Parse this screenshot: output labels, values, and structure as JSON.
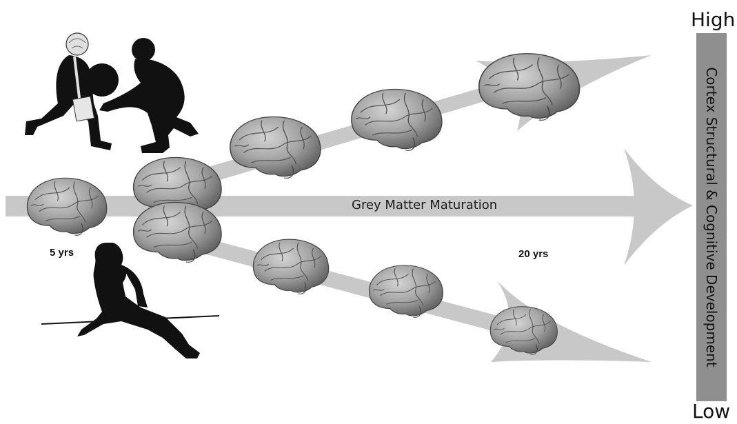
{
  "labels": {
    "age_start": "5 yrs",
    "age_end": "20 yrs",
    "center_path": "Grey Matter Maturation",
    "scale_high": "High",
    "scale_low": "Low",
    "scale_axis": "Cortex Structural & Cognitive Development"
  },
  "colors": {
    "arrow_fill": "#c8c8c8",
    "axis_bar": "#8f8f8f",
    "brain_fill": "#9a9a9a",
    "silhouette": "#111111"
  },
  "icons": {
    "active_children": "child-and-adult-ball-play-silhouette",
    "sedentary_child": "seated-child-silhouette",
    "brain": "brain-illustration"
  }
}
